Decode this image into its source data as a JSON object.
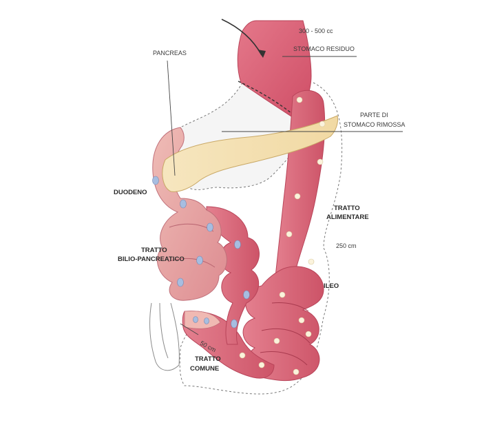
{
  "labels": {
    "volume": "300 - 500 cc",
    "stomach_residual": "STOMACO RESIDUO",
    "pancreas": "PANCREAS",
    "removed_line1": "PARTE DI",
    "removed_line2": "STOMACO RIMOSSA",
    "duodenum": "DUODENO",
    "alimentary_line1": "TRATTO",
    "alimentary_line2": "ALIMENTARE",
    "length_250": "250 cm",
    "biliopancreatic_line1": "TRATTO",
    "biliopancreatic_line2": "BILIO-PANCREATICO",
    "ileum": "ILEO",
    "length_50": "50 cm",
    "common_line1": "TRATTO",
    "common_line2": "COMUNE"
  },
  "colors": {
    "stomach": "#d9596e",
    "intestine": "#de6b7b",
    "duodenum_light": "#eaa6a6",
    "pancreas": "#f3dfae",
    "bile_drop": "#9fb6d8",
    "food_dot": "#fbf3dc",
    "outline": "#555555"
  }
}
